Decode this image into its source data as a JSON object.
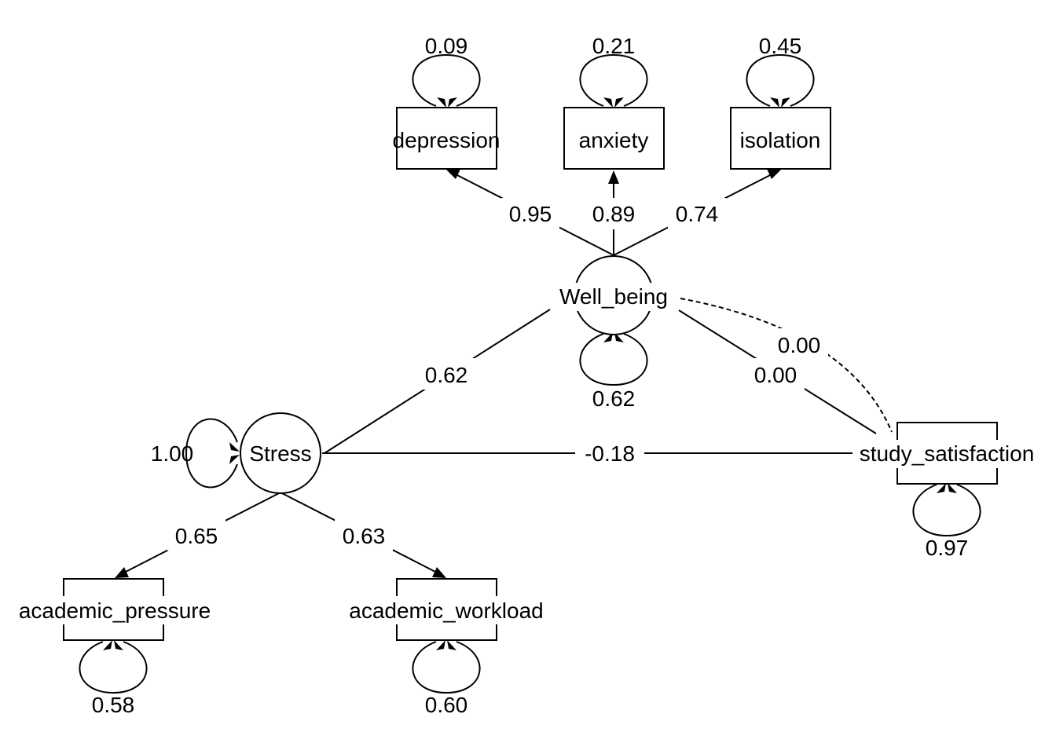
{
  "nodes": {
    "depression": "depression",
    "anxiety": "anxiety",
    "isolation": "isolation",
    "well_being": "Well_being",
    "stress": "Stress",
    "study_satisfaction": "study_satisfaction",
    "academic_pressure": "academic_pressure",
    "academic_workload": "academic_workload"
  },
  "residuals": {
    "depression": "0.09",
    "anxiety": "0.21",
    "isolation": "0.45",
    "well_being": "0.62",
    "stress": "1.00",
    "study_satisfaction": "0.97",
    "academic_pressure": "0.58",
    "academic_workload": "0.60"
  },
  "paths": {
    "wb_depression": "0.95",
    "wb_anxiety": "0.89",
    "wb_isolation": "0.74",
    "stress_wb": "0.62",
    "ss_wb": "0.00",
    "ss_wb_cov": "0.00",
    "stress_ss": "-0.18",
    "stress_pressure": "0.65",
    "stress_workload": "0.63"
  }
}
